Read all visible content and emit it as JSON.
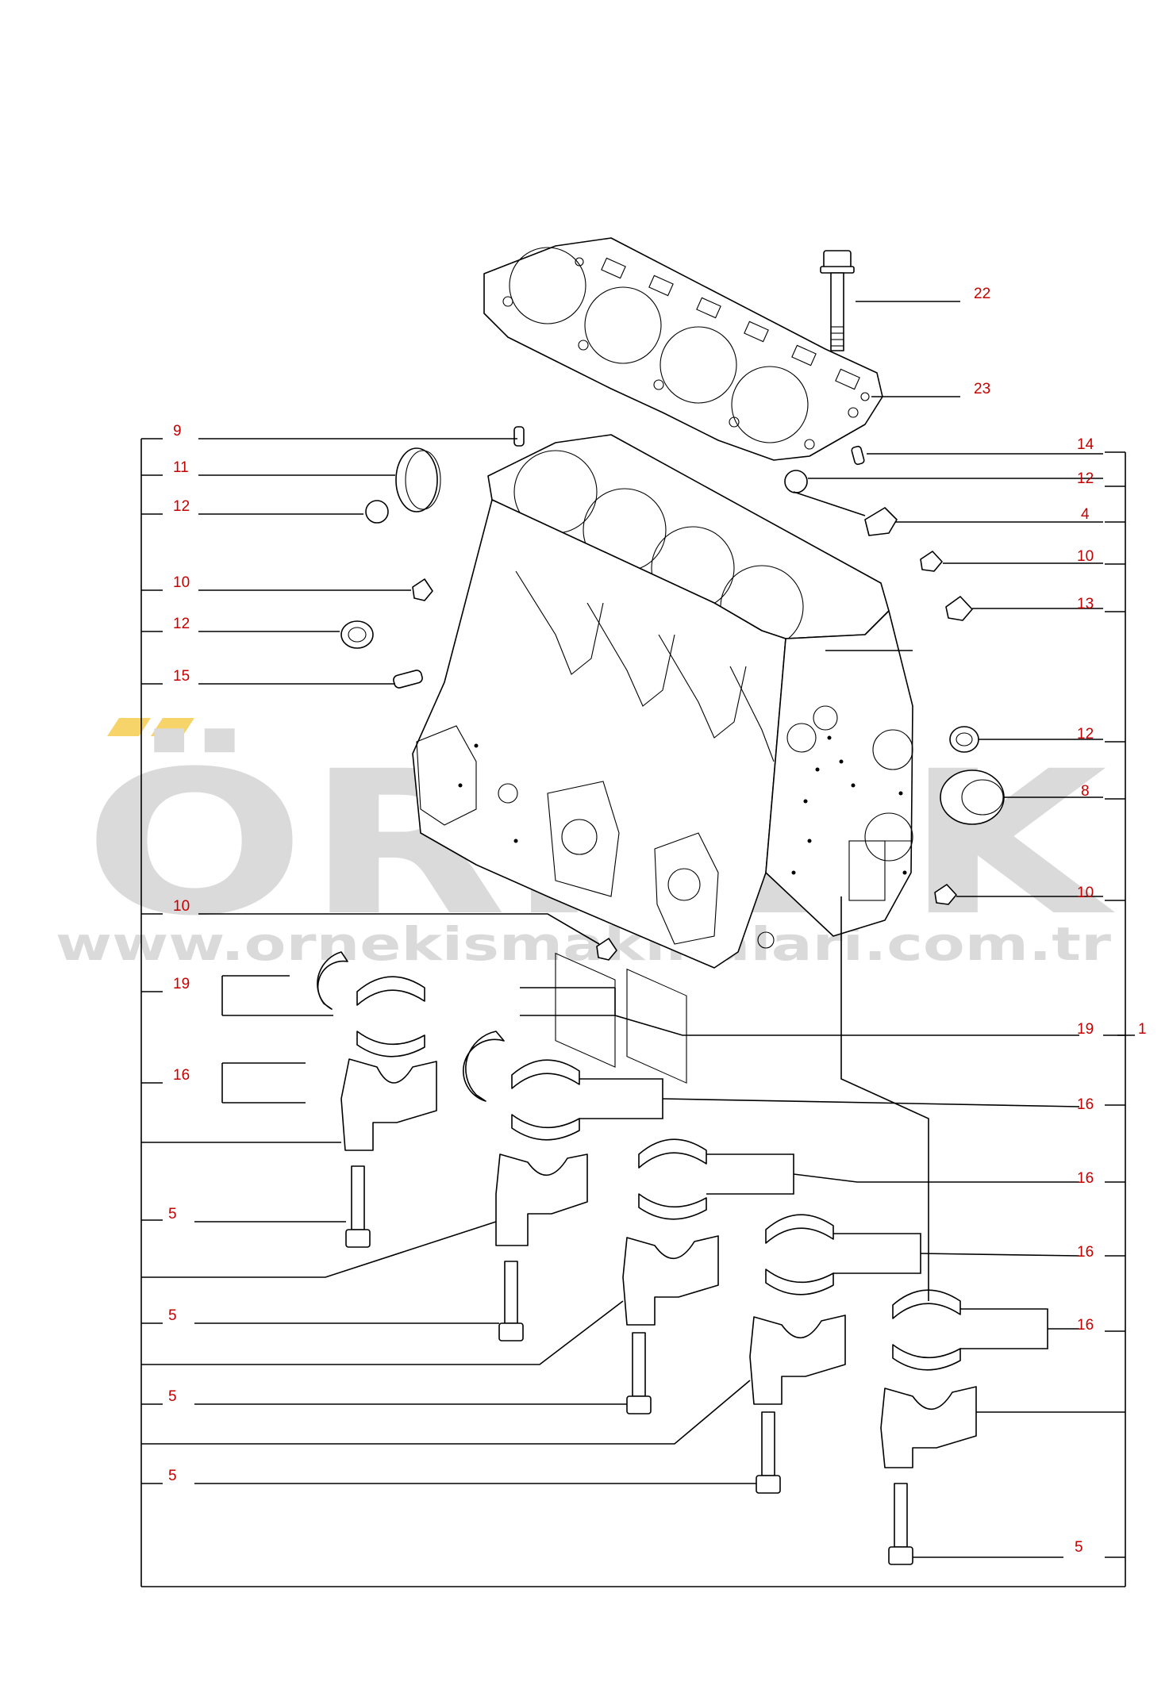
{
  "watermark": {
    "brand": "ÖRNEK",
    "url": "www.ornekismakinalari.com.tr",
    "color": "#d9d8dc",
    "accent": "#f6d46a"
  },
  "callouts": {
    "c1": "1",
    "c4": "4",
    "c5a": "5",
    "c5b": "5",
    "c5c": "5",
    "c5d": "5",
    "c5e": "5",
    "c8": "8",
    "c9": "9",
    "c10a": "10",
    "c10b": "10",
    "c10c": "10",
    "c10d": "10",
    "c11": "11",
    "c12a": "12",
    "c12b": "12",
    "c12c": "12",
    "c12d": "12",
    "c13": "13",
    "c14": "14",
    "c15": "15",
    "c16a": "16",
    "c16b": "16",
    "c16c": "16",
    "c16d": "16",
    "c16e": "16",
    "c19a": "19",
    "c19b": "19",
    "c22": "22",
    "c23": "23"
  },
  "colors": {
    "callout": "#c40000",
    "line": "#000000"
  }
}
